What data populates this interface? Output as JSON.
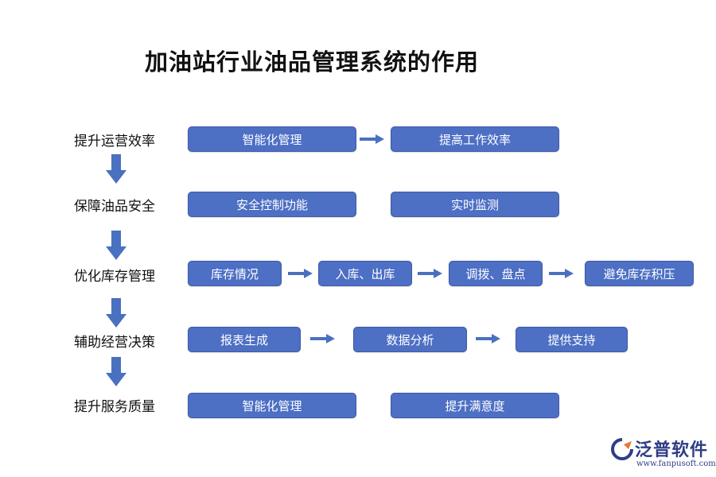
{
  "title": "加油站行业油品管理系统的作用",
  "rows": [
    {
      "label": "提升运营效率",
      "boxes": [
        "智能化管理",
        "提高工作效率"
      ]
    },
    {
      "label": "保障油品安全",
      "boxes": [
        "安全控制功能",
        "实时监测"
      ]
    },
    {
      "label": "优化库存管理",
      "boxes": [
        "库存情况",
        "入库、出库",
        "调拨、盘点",
        "避免库存积压"
      ]
    },
    {
      "label": "辅助经营决策",
      "boxes": [
        "报表生成",
        "数据分析",
        "提供支持"
      ]
    },
    {
      "label": "提升服务质量",
      "boxes": [
        "智能化管理",
        "提升满意度"
      ]
    }
  ],
  "logo": {
    "name": "泛普软件",
    "url": "www.fanpusoft.com"
  },
  "colors": {
    "box_fill": "#4d6fc4",
    "arrow": "#4a70c0",
    "logo": "#2f3d86"
  }
}
